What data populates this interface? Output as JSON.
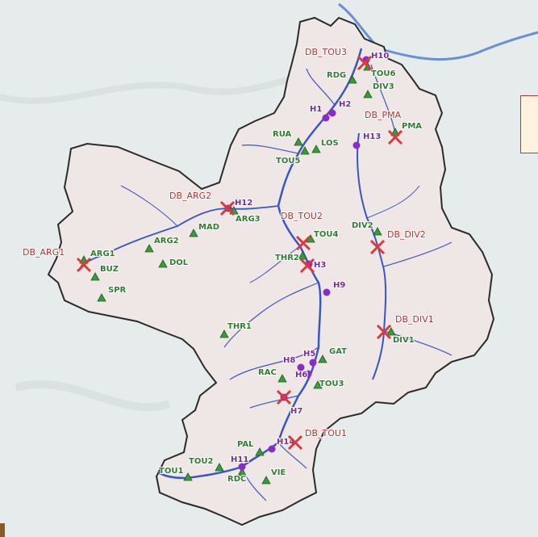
{
  "colors": {
    "watershed_fill": "#efe6e6",
    "background": "#e6eceb",
    "river": "#3a55c4",
    "station": "#3a9a3a",
    "dam_cross": "#d93a3a",
    "hydro_dot": "#8a2bc9"
  },
  "stations": [
    {
      "id": "RDG",
      "label": "RDG"
    },
    {
      "id": "TOU6",
      "label": "TOU6"
    },
    {
      "id": "DIV3",
      "label": "DIV3"
    },
    {
      "id": "RUA",
      "label": "RUA"
    },
    {
      "id": "LOS",
      "label": "LOS"
    },
    {
      "id": "TOU5",
      "label": "TOU5"
    },
    {
      "id": "PMA",
      "label": "PMA"
    },
    {
      "id": "ARG3",
      "label": "ARG3"
    },
    {
      "id": "MAD",
      "label": "MAD"
    },
    {
      "id": "ARG2",
      "label": "ARG2"
    },
    {
      "id": "DOL",
      "label": "DOL"
    },
    {
      "id": "ARG1",
      "label": "ARG1"
    },
    {
      "id": "BUZ",
      "label": "BUZ"
    },
    {
      "id": "SPR",
      "label": "SPR"
    },
    {
      "id": "TOU4",
      "label": "TOU4"
    },
    {
      "id": "THR2",
      "label": "THR2"
    },
    {
      "id": "DIV2",
      "label": "DIV2"
    },
    {
      "id": "THR1",
      "label": "THR1"
    },
    {
      "id": "GAT",
      "label": "GAT"
    },
    {
      "id": "RAC",
      "label": "RAC"
    },
    {
      "id": "TOU3",
      "label": "TOU3"
    },
    {
      "id": "DIV1",
      "label": "DIV1"
    },
    {
      "id": "PAL",
      "label": "PAL"
    },
    {
      "id": "TOU2",
      "label": "TOU2"
    },
    {
      "id": "TOU1",
      "label": "TOU1"
    },
    {
      "id": "RDC",
      "label": "RDC"
    },
    {
      "id": "VIE",
      "label": "VIE"
    }
  ],
  "dams": [
    {
      "id": "DB_TOU3",
      "label": "DB_TOU3"
    },
    {
      "id": "DB_PMA",
      "label": "DB_PMA"
    },
    {
      "id": "DB_ARG2",
      "label": "DB_ARG2"
    },
    {
      "id": "DB_TOU2",
      "label": "DB_TOU2"
    },
    {
      "id": "DB_ARG1",
      "label": "DB_ARG1"
    },
    {
      "id": "DB_DIV2",
      "label": "DB_DIV2"
    },
    {
      "id": "DB_DIV1",
      "label": "DB_DIV1"
    },
    {
      "id": "DB_TOU1",
      "label": "DB_TOU1"
    },
    {
      "id": "DB_H7",
      "label": ""
    },
    {
      "id": "DB_H3",
      "label": ""
    }
  ],
  "hydro_points": [
    {
      "id": "H10",
      "label": "H10"
    },
    {
      "id": "H1",
      "label": "H1"
    },
    {
      "id": "H2",
      "label": "H2"
    },
    {
      "id": "H13",
      "label": "H13"
    },
    {
      "id": "H12",
      "label": "H12"
    },
    {
      "id": "H3",
      "label": "H3"
    },
    {
      "id": "H9",
      "label": "H9"
    },
    {
      "id": "H5",
      "label": "H5"
    },
    {
      "id": "H8",
      "label": "H8"
    },
    {
      "id": "H6",
      "label": "H6"
    },
    {
      "id": "H7",
      "label": "H7"
    },
    {
      "id": "H14",
      "label": "H14"
    },
    {
      "id": "H11",
      "label": "H11"
    }
  ]
}
